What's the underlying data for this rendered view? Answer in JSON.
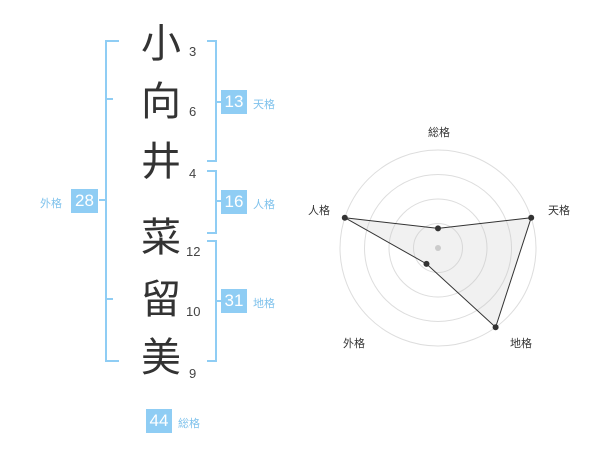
{
  "name": {
    "chars": [
      {
        "char": "小",
        "strokes": "3"
      },
      {
        "char": "向",
        "strokes": "6"
      },
      {
        "char": "井",
        "strokes": "4"
      },
      {
        "char": "菜",
        "strokes": "12"
      },
      {
        "char": "留",
        "strokes": "10"
      },
      {
        "char": "美",
        "strokes": "9"
      }
    ]
  },
  "kaku": {
    "tenkaku": {
      "value": "13",
      "label": "天格"
    },
    "jinkaku": {
      "value": "16",
      "label": "人格"
    },
    "chikaku": {
      "value": "31",
      "label": "地格"
    },
    "gaikaku": {
      "value": "28",
      "label": "外格"
    },
    "soukaku": {
      "value": "44",
      "label": "総格"
    }
  },
  "colors": {
    "accent": "#8fcdf4",
    "accent_text": "#7fc2ec",
    "text": "#333333"
  },
  "chart_data": {
    "type": "radar",
    "axes": [
      "総格",
      "天格",
      "地格",
      "外格",
      "人格"
    ],
    "values": [
      0.2,
      1.0,
      1.0,
      0.2,
      1.0
    ],
    "rings": 4,
    "grid": true
  }
}
